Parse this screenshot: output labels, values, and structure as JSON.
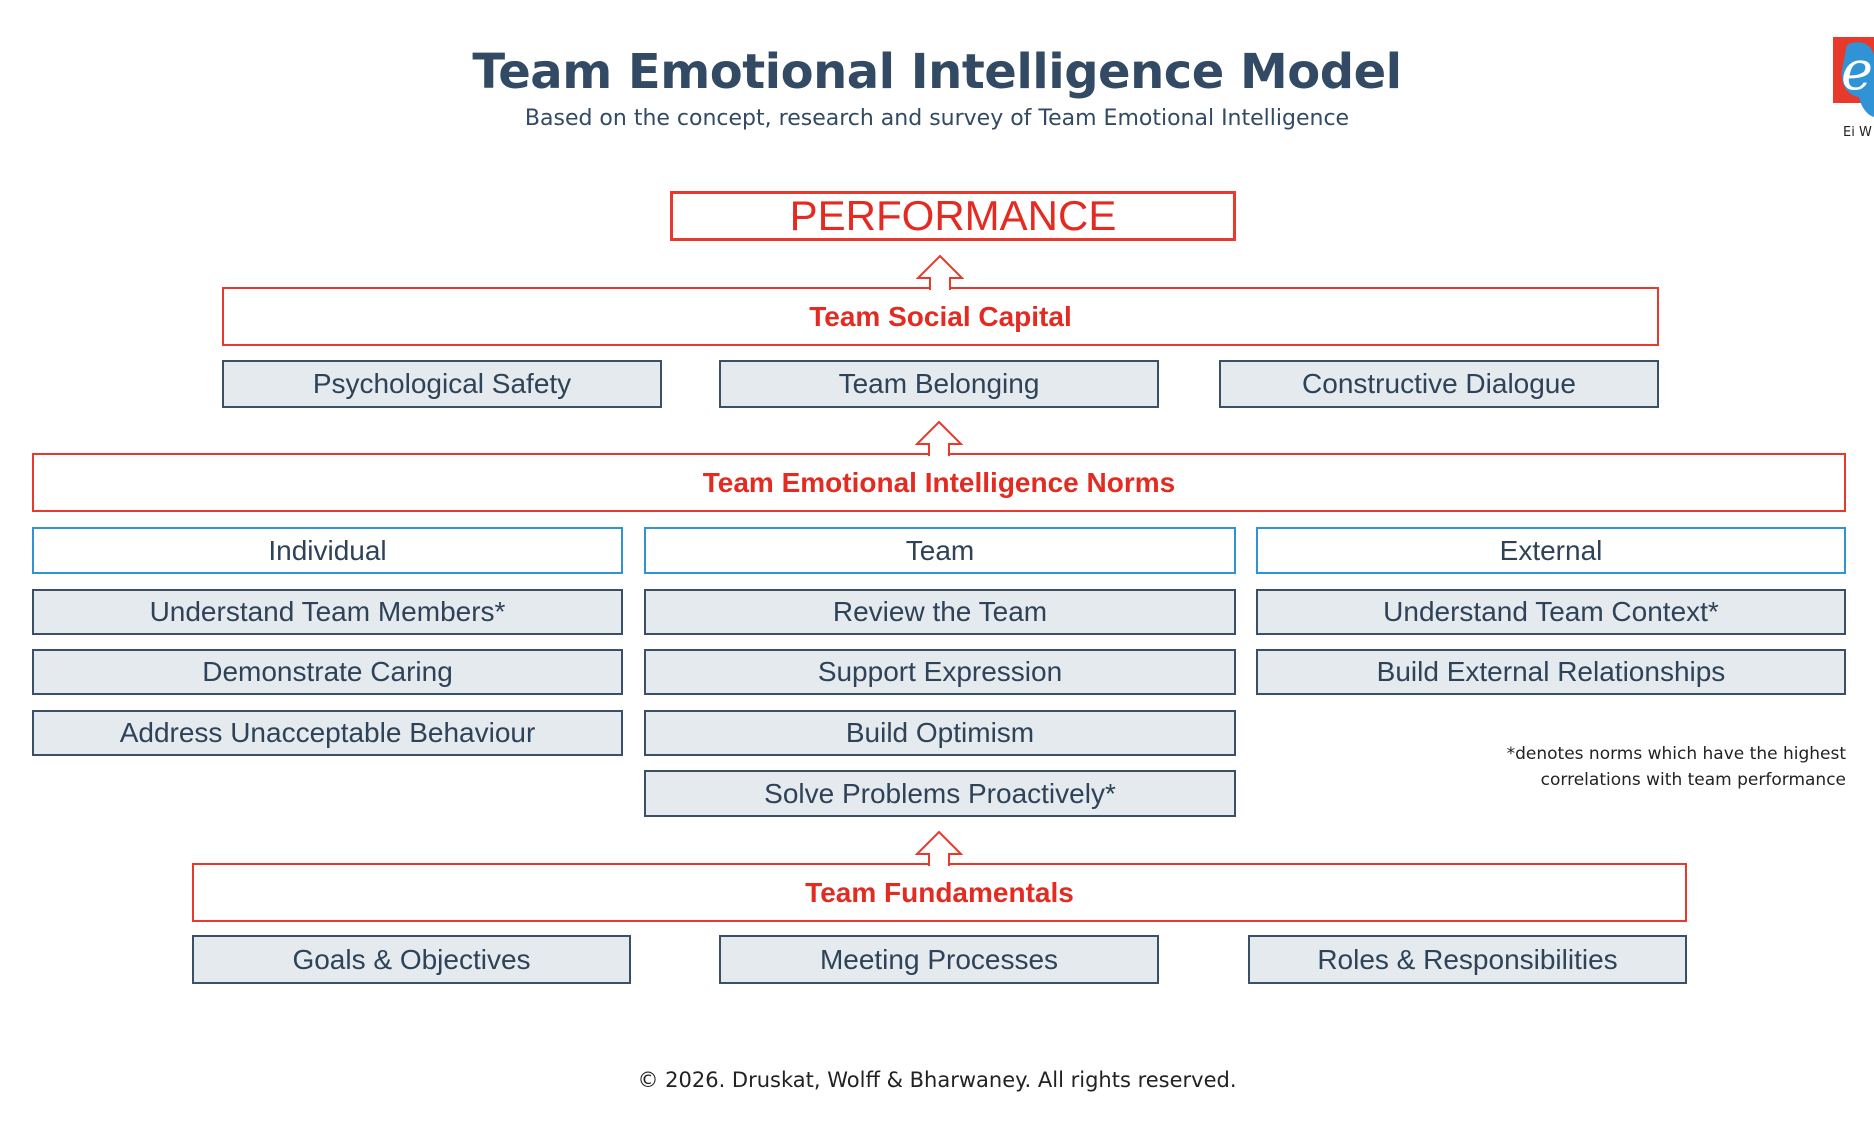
{
  "header": {
    "title": "Team Emotional Intelligence Model",
    "subtitle": "Based on the concept, research and survey of Team Emotional Intelligence"
  },
  "logo": {
    "icon": "ei-world-logo-icon",
    "text": "Ei W",
    "colors": {
      "red": "#e8392b",
      "blue": "#2f93d6"
    }
  },
  "performance": {
    "label": "PERFORMANCE"
  },
  "social_capital": {
    "label": "Team Social Capital",
    "items": [
      "Psychological Safety",
      "Team Belonging",
      "Constructive Dialogue"
    ]
  },
  "norms": {
    "label": "Team Emotional Intelligence Norms",
    "columns": [
      {
        "header": "Individual",
        "items": [
          "Understand Team Members*",
          "Demonstrate Caring",
          "Address Unacceptable Behaviour"
        ]
      },
      {
        "header": "Team",
        "items": [
          "Review the Team",
          "Support Expression",
          "Build Optimism",
          "Solve Problems Proactively*"
        ]
      },
      {
        "header": "External",
        "items": [
          "Understand Team Context*",
          "Build External Relationships"
        ]
      }
    ]
  },
  "footnote": {
    "line1": "*denotes norms which have the highest",
    "line2": "correlations with team performance"
  },
  "fundamentals": {
    "label": "Team Fundamentals",
    "items": [
      "Goals & Objectives",
      "Meeting Processes",
      "Roles & Responsibilities"
    ]
  },
  "footer": {
    "copyright": "© 2026. Druskat, Wolff & Bharwaney. All rights reserved."
  },
  "colors": {
    "accent_red": "#e32b21",
    "box_border": "#3b4f66",
    "box_fill": "#e5eaef",
    "column_header_border": "#2f93d6",
    "text_dark": "#2e4258"
  }
}
